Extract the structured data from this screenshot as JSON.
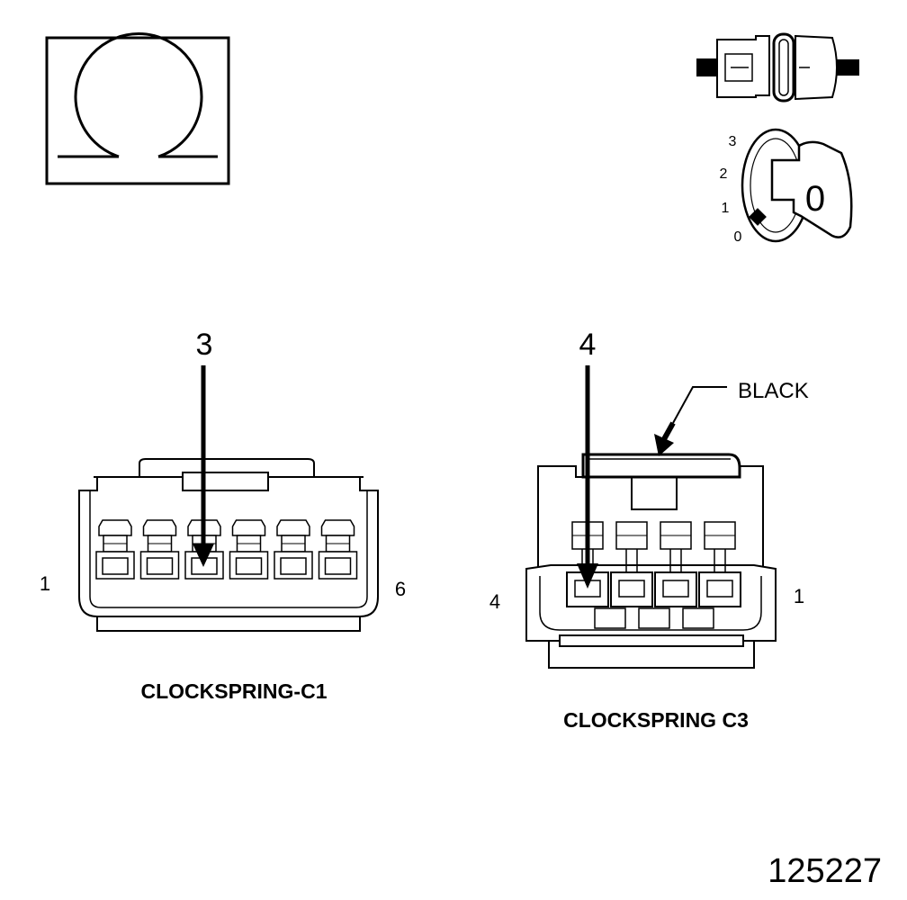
{
  "meter_symbol": {
    "glyph_name": "omega-icon",
    "meaning": "Ω"
  },
  "ignition": {
    "positions": [
      "3",
      "2",
      "1",
      "0"
    ],
    "key_label": "0"
  },
  "connector_c1": {
    "name": "CLOCKSPRING-C1",
    "pin_callout": "3",
    "end_left": "1",
    "end_right": "6"
  },
  "connector_c3": {
    "name": "CLOCKSPRING C3",
    "pin_callout": "4",
    "end_left": "4",
    "end_right": "1",
    "color_callout": "BLACK"
  },
  "figure_number": "125227",
  "colors": {
    "ink": "#000000",
    "paper": "#ffffff"
  }
}
